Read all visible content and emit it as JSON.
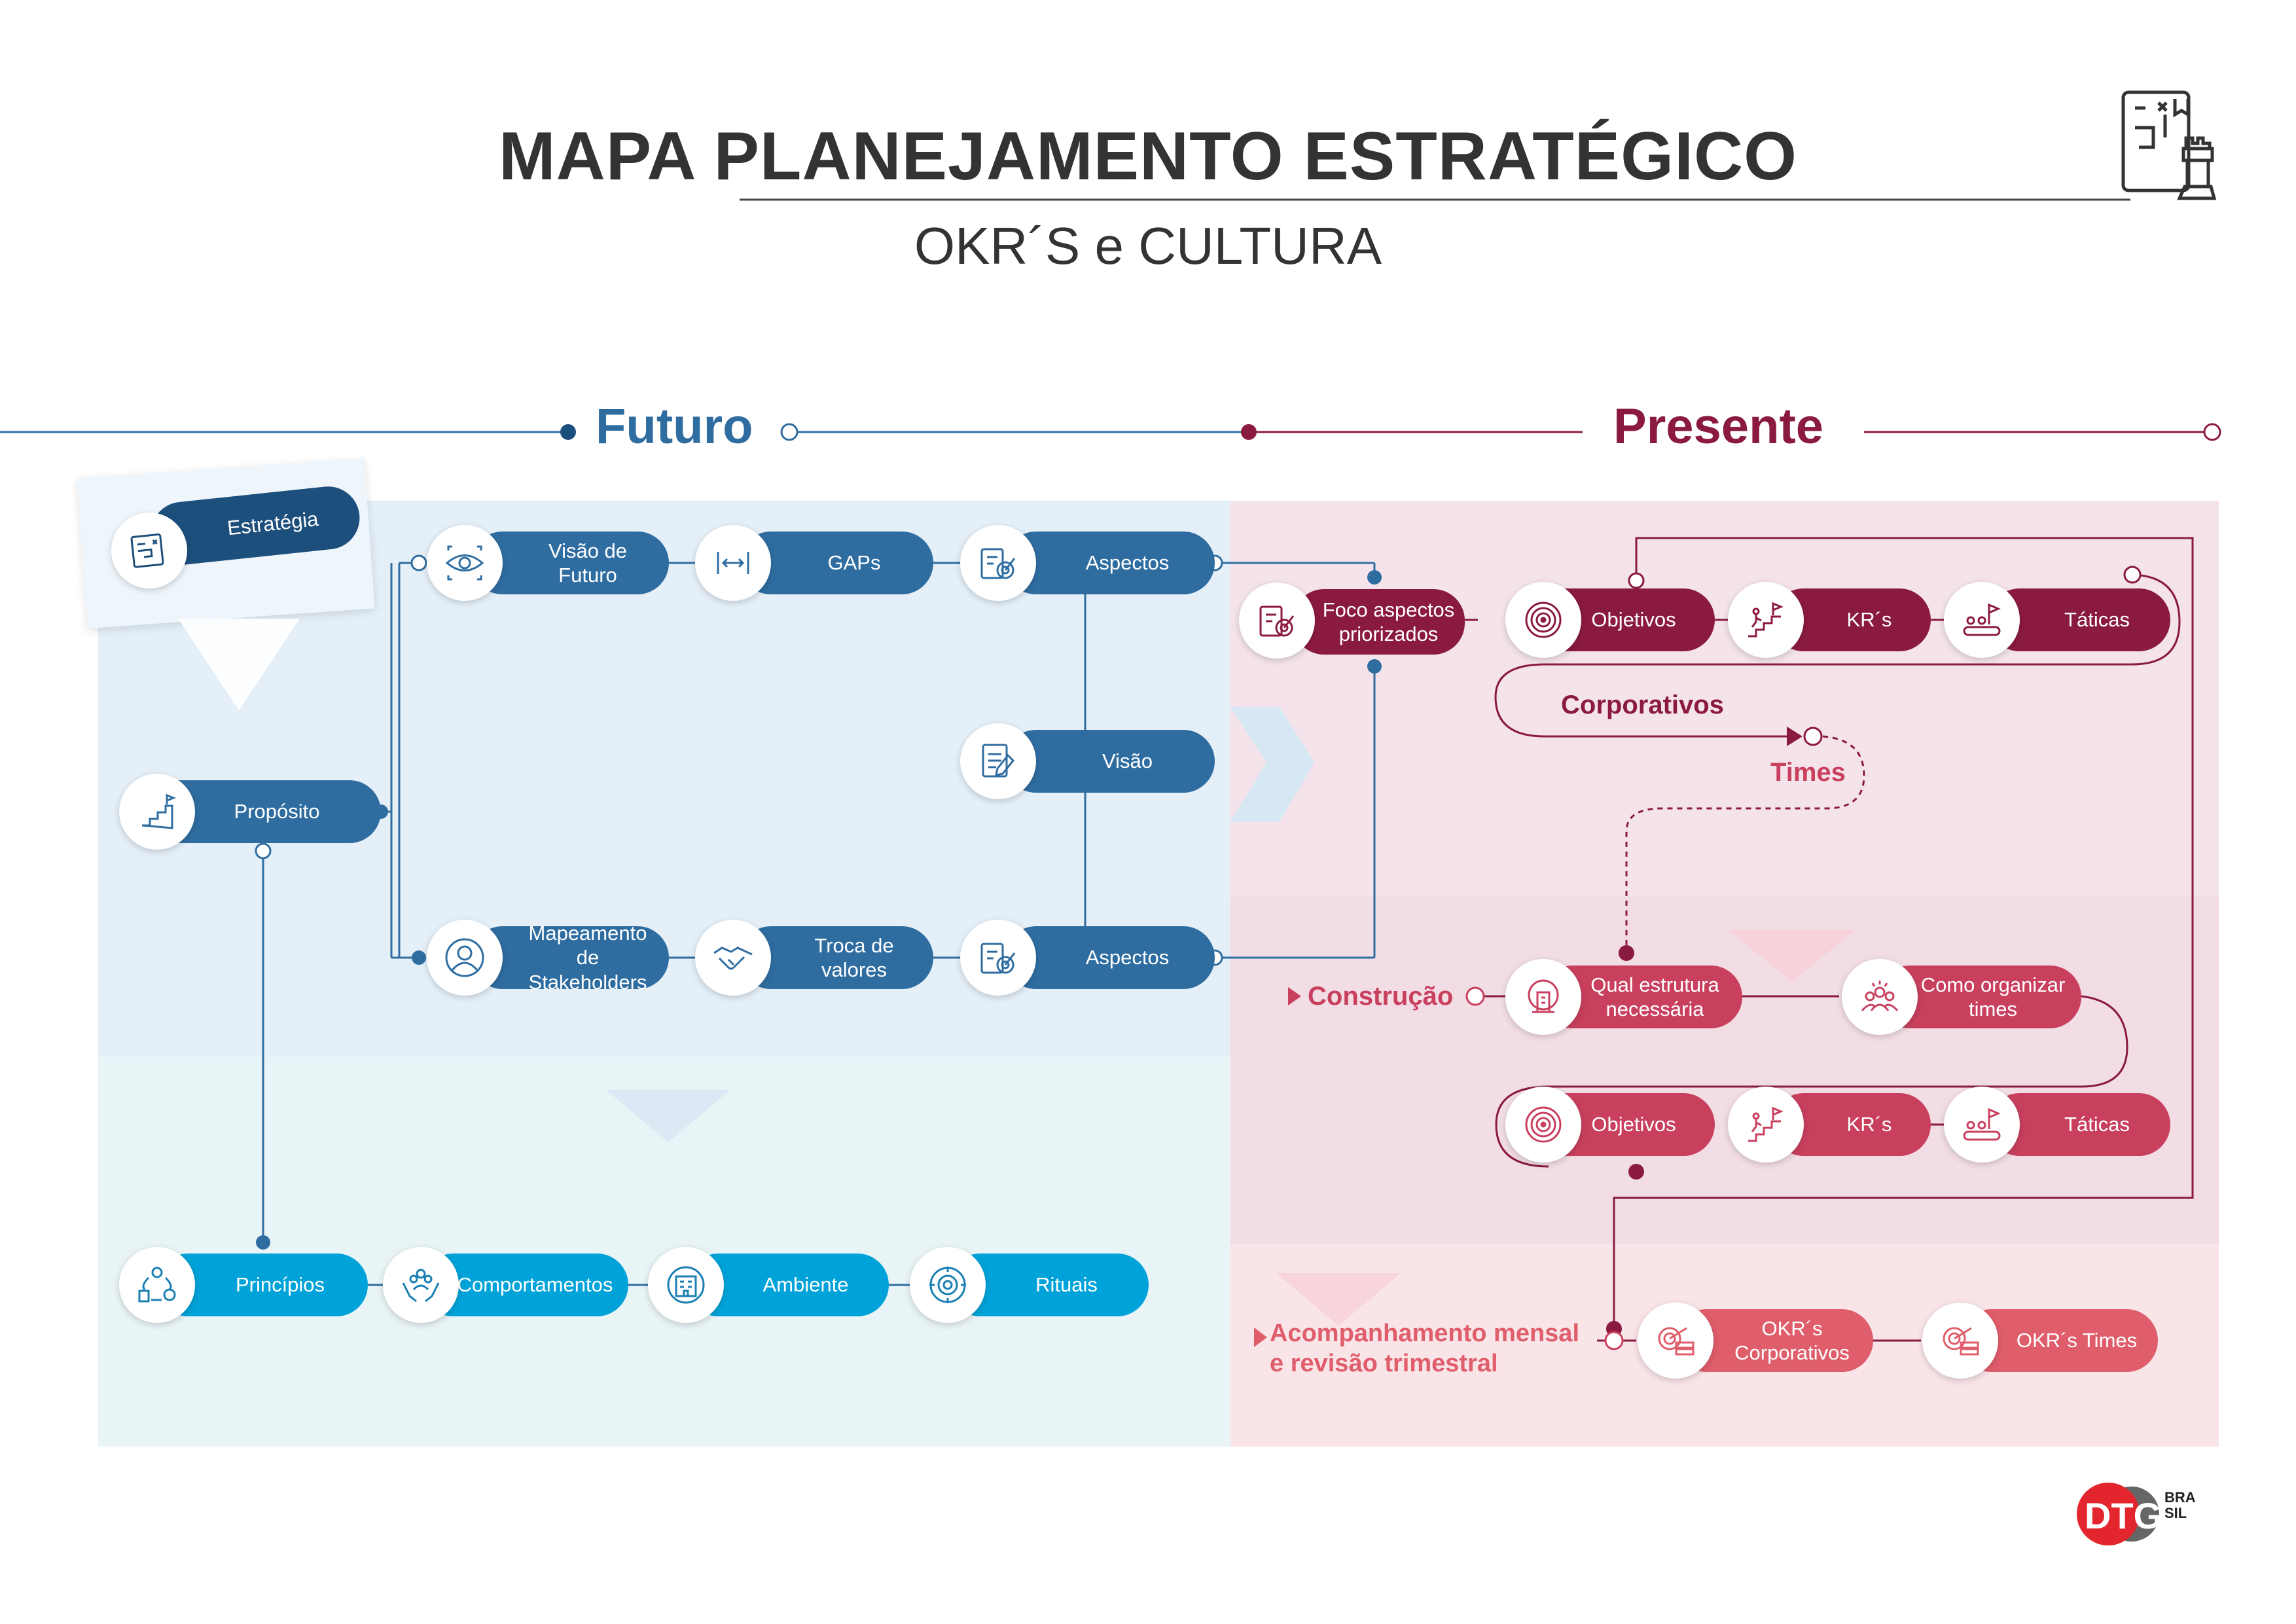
{
  "header": {
    "title": "MAPA PLANEJAMENTO ESTRATÉGICO",
    "subtitle": "OKR´S e CULTURA",
    "icon": "strategy-chess-icon"
  },
  "sections": {
    "futuro": "Futuro",
    "presente": "Presente"
  },
  "colors": {
    "futuro_dark": "#2f6da1",
    "futuro_light": "#00a3d9",
    "presente_dark": "#8b1a41",
    "presente_mid": "#c9405e",
    "presente_light": "#e05d6b"
  },
  "futuro": {
    "estrategia": "Estratégia",
    "proposito": "Propósito",
    "visao_de_futuro": "Visão de Futuro",
    "gaps": "GAPs",
    "aspectos_top": "Aspectos",
    "visao": "Visão",
    "mapeamento": "Mapeamento de Stakeholders",
    "troca_de_valores": "Troca de valores",
    "aspectos_bottom": "Aspectos",
    "principios": "Princípios",
    "comportamentos": "Comportamentos",
    "ambiente": "Ambiente",
    "rituais": "Rituais"
  },
  "presente": {
    "foco": "Foco aspectos priorizados",
    "objetivos_1": "Objetivos",
    "krs_1": "KR´s",
    "taticas_1": "Táticas",
    "corporativos": "Corporativos",
    "times": "Times",
    "construcao": "Construção",
    "qual_estrutura": "Qual estrutura necessária",
    "como_organizar": "Como organizar times",
    "objetivos_2": "Objetivos",
    "krs_2": "KR´s",
    "taticas_2": "Táticas",
    "acompanhamento": "Acompanhamento mensal e revisão trimestral",
    "okrs_corporativos": "OKR´s Corporativos",
    "okrs_times": "OKR´s Times"
  },
  "logo": {
    "mark": "DTG",
    "side": "BRA SIL"
  }
}
